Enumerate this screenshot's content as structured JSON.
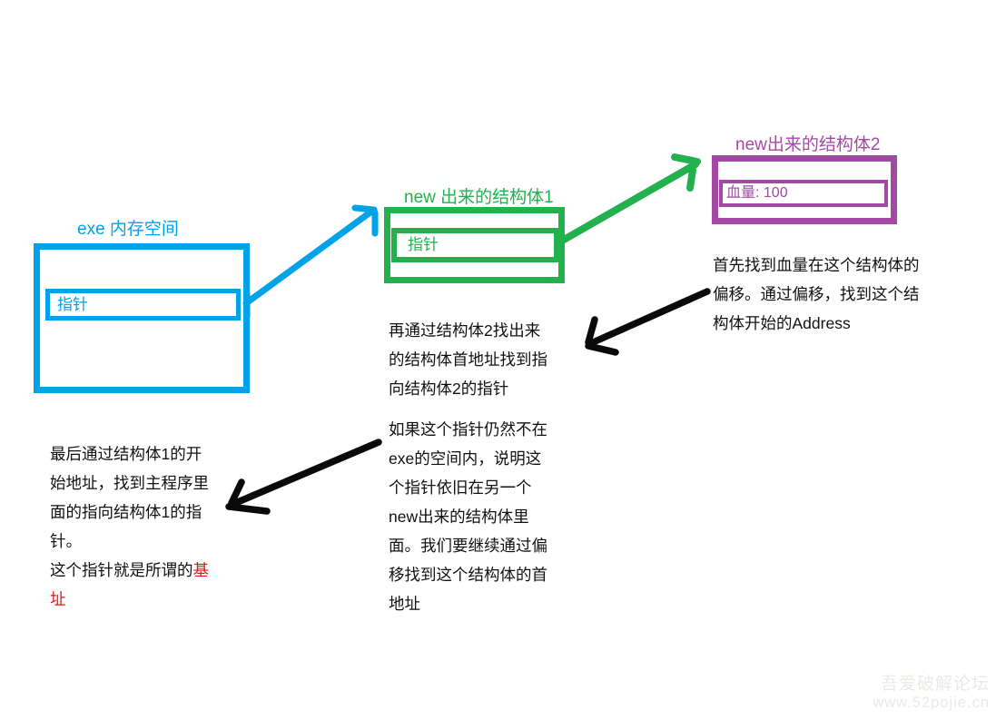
{
  "colors": {
    "blue": "#00a2e8",
    "green": "#22b14c",
    "purple": "#a349a4",
    "red": "#f01010",
    "ink": "#0a0a0a",
    "watermark": "#e9e9e6"
  },
  "exe_box": {
    "label": "exe 内存空间",
    "pointer_label": "指针"
  },
  "struct1_box": {
    "label": "new 出来的结构体1",
    "pointer_label": "指针"
  },
  "struct2_box": {
    "label": "new出来的结构体2",
    "field_label": "血量: 100"
  },
  "annotations": {
    "offset_note": {
      "lines": [
        "首先找到血量在这个结构体的",
        "偏移。通过偏移，找到这个结",
        "构体开始的Address"
      ]
    },
    "struct2_note": {
      "lines": [
        "再通过结构体2找出来",
        "的结构体首地址找到指",
        "向结构体2的指针"
      ]
    },
    "chain_note": {
      "lines": [
        "如果这个指针仍然不在",
        "exe的空间内，说明这",
        "个指针依旧在另一个",
        "new出来的结构体里",
        "面。我们要继续通过偏",
        "移找到这个结构体的首",
        "地址"
      ]
    },
    "base_note": {
      "lines": [
        "最后通过结构体1的开",
        "始地址，找到主程序里",
        "面的指向结构体1的指",
        "针。"
      ],
      "tail": "这个指针就是所谓的",
      "highlight": [
        "基",
        "址"
      ]
    }
  },
  "watermark": {
    "line1": "吾爱破解论坛",
    "line2": "www.52pojie.cn"
  }
}
